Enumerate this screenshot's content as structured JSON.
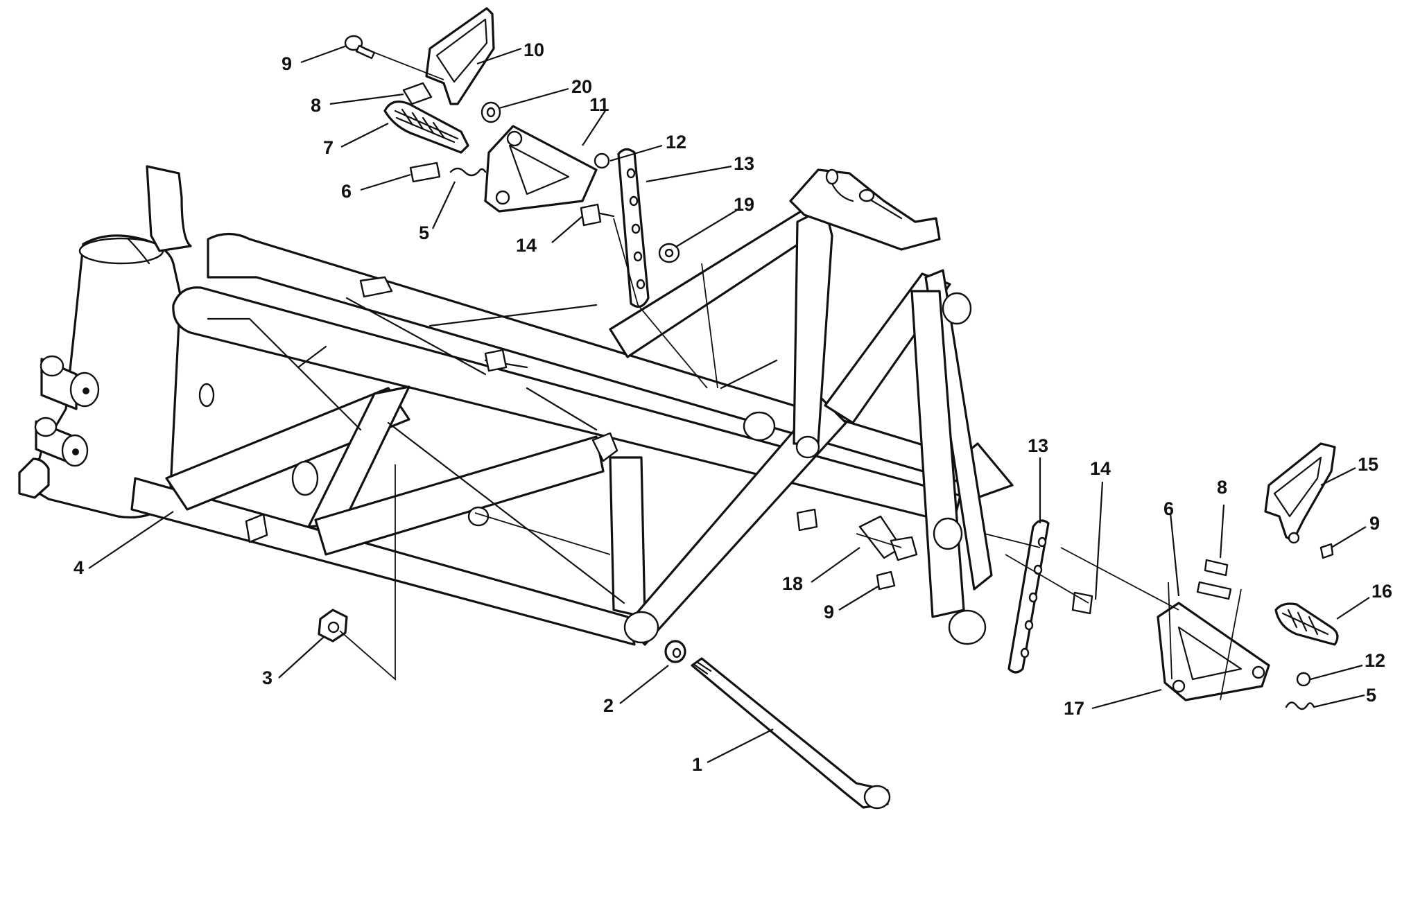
{
  "diagram": {
    "callouts": [
      {
        "id": "c9a",
        "label": "9"
      },
      {
        "id": "c10",
        "label": "10"
      },
      {
        "id": "c20",
        "label": "20"
      },
      {
        "id": "c8a",
        "label": "8"
      },
      {
        "id": "c11",
        "label": "11"
      },
      {
        "id": "c7",
        "label": "7"
      },
      {
        "id": "c12a",
        "label": "12"
      },
      {
        "id": "c13a",
        "label": "13"
      },
      {
        "id": "c6a",
        "label": "6"
      },
      {
        "id": "c19",
        "label": "19"
      },
      {
        "id": "c5a",
        "label": "5"
      },
      {
        "id": "c14a",
        "label": "14"
      },
      {
        "id": "c13b",
        "label": "13"
      },
      {
        "id": "c14b",
        "label": "14"
      },
      {
        "id": "c15",
        "label": "15"
      },
      {
        "id": "c8b",
        "label": "8"
      },
      {
        "id": "c6b",
        "label": "6"
      },
      {
        "id": "c9b",
        "label": "9"
      },
      {
        "id": "c16",
        "label": "16"
      },
      {
        "id": "c4",
        "label": "4"
      },
      {
        "id": "c18",
        "label": "18"
      },
      {
        "id": "c9c",
        "label": "9"
      },
      {
        "id": "c12b",
        "label": "12"
      },
      {
        "id": "c3",
        "label": "3"
      },
      {
        "id": "c2",
        "label": "2"
      },
      {
        "id": "c17",
        "label": "17"
      },
      {
        "id": "c5b",
        "label": "5"
      },
      {
        "id": "c1",
        "label": "1"
      }
    ]
  }
}
